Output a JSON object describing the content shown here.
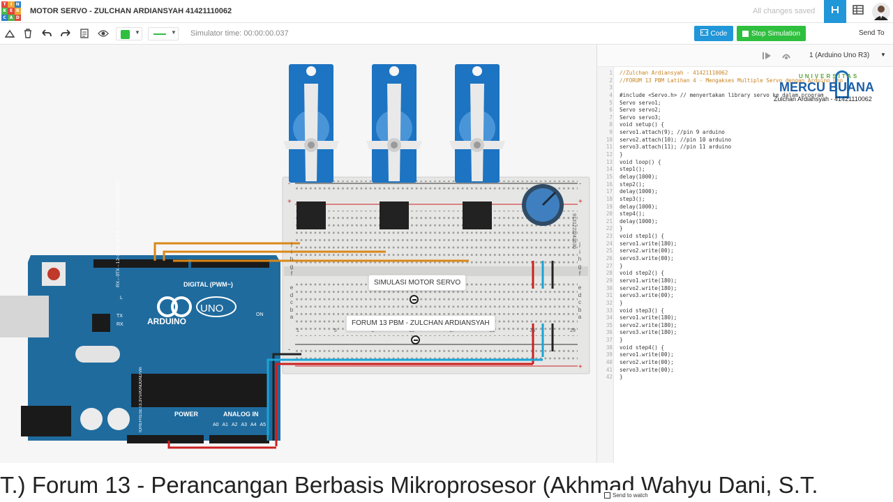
{
  "app": {
    "logo_letters": [
      "TIN",
      "KER",
      "CAD"
    ],
    "title": "MOTOR SERVO - ZULCHAN ARDIANSYAH 41421110062",
    "save_status": "All changes saved"
  },
  "toolbar": {
    "sim_time": "Simulator time: 00:00:00.037",
    "code_label": "Code",
    "stop_label": "Stop Simulation",
    "send_label": "Send To",
    "color_swatch": "#2fbf3e"
  },
  "code_panel": {
    "board_select": "1 (Arduino Uno R3)",
    "lines": [
      {
        "n": "1",
        "t": "//Zulchan Ardiansyah - 41421110062",
        "c": true
      },
      {
        "n": "2",
        "t": "//FORUM 13 PBM Latihan 4 - Mengakses Multiple Servo dengan Arduino Uno",
        "c": true
      },
      {
        "n": "3",
        "t": "",
        "c": false
      },
      {
        "n": "4",
        "t": "#include <Servo.h> // menyertakan library servo ke dalam program",
        "c": false
      },
      {
        "n": "5",
        "t": "Servo servo1;",
        "c": false
      },
      {
        "n": "6",
        "t": "Servo servo2;",
        "c": false
      },
      {
        "n": "7",
        "t": "Servo servo3;",
        "c": false
      },
      {
        "n": "8",
        "t": "void setup() {",
        "c": false
      },
      {
        "n": "9",
        "t": "servo1.attach(9); //pin 9 arduino",
        "c": false
      },
      {
        "n": "10",
        "t": "servo2.attach(10); //pin 10 arduino",
        "c": false
      },
      {
        "n": "11",
        "t": "servo3.attach(11); //pin 11 arduino",
        "c": false
      },
      {
        "n": "12",
        "t": "}",
        "c": false
      },
      {
        "n": "13",
        "t": "void loop() {",
        "c": false
      },
      {
        "n": "14",
        "t": "step1();",
        "c": false
      },
      {
        "n": "15",
        "t": "delay(1000);",
        "c": false
      },
      {
        "n": "16",
        "t": "step2();",
        "c": false
      },
      {
        "n": "17",
        "t": "delay(1000);",
        "c": false
      },
      {
        "n": "18",
        "t": "step3();",
        "c": false
      },
      {
        "n": "19",
        "t": "delay(1000);",
        "c": false
      },
      {
        "n": "20",
        "t": "step4();",
        "c": false
      },
      {
        "n": "21",
        "t": "delay(1000);",
        "c": false
      },
      {
        "n": "22",
        "t": "}",
        "c": false
      },
      {
        "n": "23",
        "t": "void step1() {",
        "c": false
      },
      {
        "n": "24",
        "t": "servo1.write(180);",
        "c": false
      },
      {
        "n": "25",
        "t": "servo2.write(00);",
        "c": false
      },
      {
        "n": "26",
        "t": "servo3.write(00);",
        "c": false
      },
      {
        "n": "27",
        "t": "}",
        "c": false
      },
      {
        "n": "28",
        "t": "void step2() {",
        "c": false
      },
      {
        "n": "29",
        "t": "servo1.write(180);",
        "c": false
      },
      {
        "n": "30",
        "t": "servo2.write(180);",
        "c": false
      },
      {
        "n": "31",
        "t": "servo3.write(00);",
        "c": false
      },
      {
        "n": "32",
        "t": "}",
        "c": false
      },
      {
        "n": "33",
        "t": "void step3() {",
        "c": false
      },
      {
        "n": "34",
        "t": "servo1.write(180);",
        "c": false
      },
      {
        "n": "35",
        "t": "servo2.write(180);",
        "c": false
      },
      {
        "n": "36",
        "t": "servo3.write(180);",
        "c": false
      },
      {
        "n": "37",
        "t": "}",
        "c": false
      },
      {
        "n": "38",
        "t": "void step4() {",
        "c": false
      },
      {
        "n": "39",
        "t": "servo1.write(00);",
        "c": false
      },
      {
        "n": "40",
        "t": "servo2.write(00);",
        "c": false
      },
      {
        "n": "41",
        "t": "servo3.write(00);",
        "c": false
      },
      {
        "n": "42",
        "t": "}",
        "c": false
      }
    ]
  },
  "watermark": {
    "univ_small": "UNIVERSITAS",
    "univ_big": "MERCU BUANA",
    "student": "Zulchan Ardiansyah - 41421110062"
  },
  "circuit": {
    "label_sim": "SIMULASI MOTOR SERVO",
    "label_forum": "FORUM 13 PBM - ZULCHAN ARDIANSYAH",
    "arduino_brand": "ARDUINO",
    "arduino_model": "UNO",
    "digital_label": "DIGITAL (PWM~)",
    "power_label": "POWER",
    "analog_label": "ANALOG IN",
    "on_label": "ON",
    "tx_label": "TX",
    "rx_label": "RX",
    "l_label": "L",
    "power_pins": [
      "IOREF",
      "RESET",
      "3.3V",
      "5V",
      "GND",
      "GND",
      "Vin"
    ],
    "analog_pins": [
      "A0",
      "A1",
      "A2",
      "A3",
      "A4",
      "A5"
    ],
    "digital_pins": [
      "AREF",
      "GND",
      "~13",
      "12",
      "~11",
      "~10",
      "~9",
      "8",
      "7",
      "~6",
      "~5",
      "4",
      "~3",
      "2",
      "TX→1",
      "RX←0"
    ],
    "bb_row_letters_top": [
      "j",
      "i",
      "h",
      "g",
      "f"
    ],
    "bb_row_letters_bottom": [
      "e",
      "d",
      "c",
      "b",
      "a"
    ],
    "bb_cols": [
      "1",
      "5",
      "9",
      "13",
      "17",
      "21",
      "25",
      "29"
    ],
    "bb_cols_labeled_top": [
      "9",
      "13",
      "17",
      "22",
      "24",
      "26",
      "30"
    ]
  },
  "colors": {
    "arduino": "#1f6b9e",
    "servo": "#1d74c2",
    "wire_orange": "#d9881a",
    "wire_red": "#cc2020",
    "wire_blue": "#1aa3d6",
    "wire_black": "#222222"
  },
  "footer": {
    "caption": "T.) Forum 13 - Perancangan Berbasis Mikroprosesor (Akhmad Wahyu Dani, S.T.",
    "send_to_watch": "Send to watch"
  }
}
